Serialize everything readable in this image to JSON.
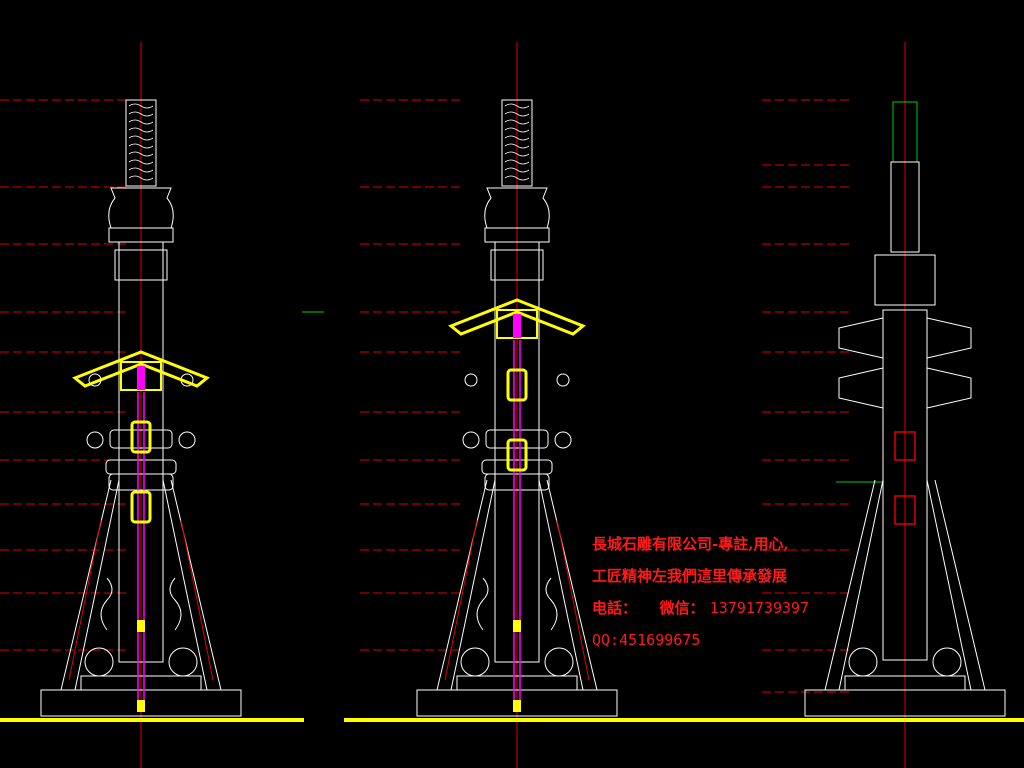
{
  "colors": {
    "background": "#000000",
    "line_white": "#ffffff",
    "dim_red": "#e00000",
    "yellow": "#ffff00",
    "magenta": "#ff00ff",
    "green": "#00cc00"
  },
  "annotation": {
    "line1": "長城石雕有限公司-專註,用心,",
    "line2": "工匠精神左我們這里傳承發展",
    "line3_label": "电話：",
    "line3_wechat": "微信：",
    "line3_number": "13791739397",
    "line4": "QQ:451699675"
  },
  "drawings": [
    {
      "name": "pillar-elevation-left"
    },
    {
      "name": "pillar-elevation-middle"
    },
    {
      "name": "pillar-elevation-right"
    }
  ]
}
